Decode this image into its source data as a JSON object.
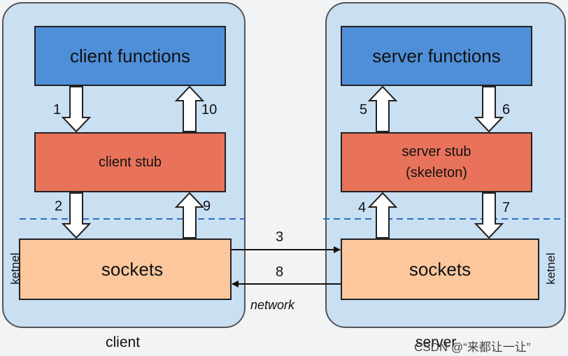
{
  "client": {
    "functions_label": "client functions",
    "stub_label": "client stub",
    "sockets_label": "sockets",
    "kernel_label": "ketnel",
    "bottom_label": "client"
  },
  "server": {
    "functions_label": "server functions",
    "stub_label_line1": "server stub",
    "stub_label_line2": "(skeleton)",
    "sockets_label": "sockets",
    "kernel_label": "ketnel",
    "bottom_label": "server"
  },
  "steps": {
    "s1": "1",
    "s2": "2",
    "s3": "3",
    "s4": "4",
    "s5": "5",
    "s6": "6",
    "s7": "7",
    "s8": "8",
    "s9": "9",
    "s10": "10"
  },
  "network_label": "network",
  "watermark": "CSDN @“来都让一让”",
  "colors": {
    "panel_fill": "#c9dff2",
    "functions_fill": "#4f8fd8",
    "stub_fill": "#e8735a",
    "sockets_fill": "#fcc79d"
  }
}
